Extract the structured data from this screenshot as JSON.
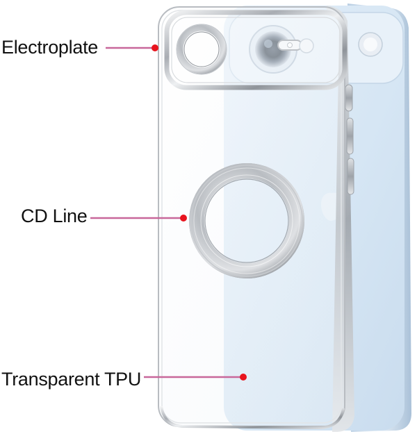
{
  "callouts": [
    {
      "id": "electroplate",
      "label": "Electroplate"
    },
    {
      "id": "cd-line",
      "label": "CD Line"
    },
    {
      "id": "transparent-tpu",
      "label": "Transparent TPU"
    }
  ],
  "colors": {
    "leader_line": "#c8679a",
    "dot": "#e8141e",
    "phone_body": "#dbe9f5",
    "case_frame": "#c9ccd1"
  }
}
